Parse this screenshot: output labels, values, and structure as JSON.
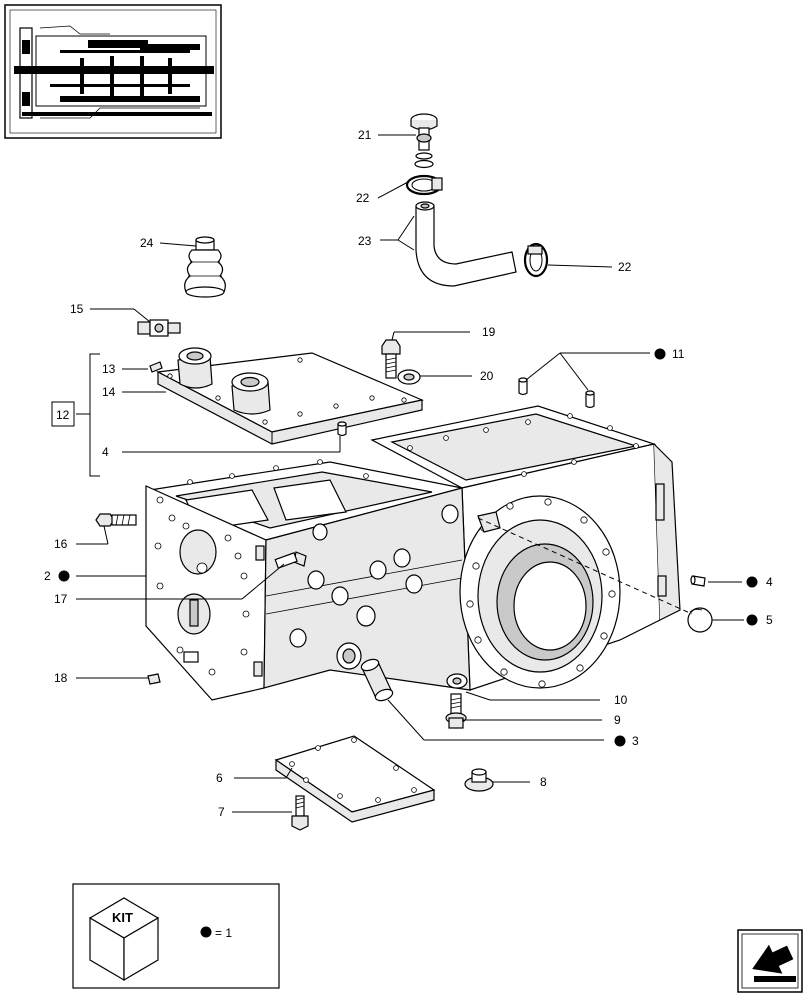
{
  "callouts": [
    {
      "id": "21",
      "label": "21"
    },
    {
      "id": "22a",
      "label": "22"
    },
    {
      "id": "23",
      "label": "23"
    },
    {
      "id": "22b",
      "label": "22"
    },
    {
      "id": "24",
      "label": "24"
    },
    {
      "id": "15",
      "label": "15"
    },
    {
      "id": "19",
      "label": "19"
    },
    {
      "id": "11",
      "label": "11"
    },
    {
      "id": "13",
      "label": "13"
    },
    {
      "id": "20",
      "label": "20"
    },
    {
      "id": "14",
      "label": "14"
    },
    {
      "id": "12",
      "label": "12"
    },
    {
      "id": "4a",
      "label": "4"
    },
    {
      "id": "16",
      "label": "16"
    },
    {
      "id": "2",
      "label": "2"
    },
    {
      "id": "4b",
      "label": "4"
    },
    {
      "id": "17",
      "label": "17"
    },
    {
      "id": "5",
      "label": "5"
    },
    {
      "id": "18",
      "label": "18"
    },
    {
      "id": "10",
      "label": "10"
    },
    {
      "id": "9",
      "label": "9"
    },
    {
      "id": "3",
      "label": "3"
    },
    {
      "id": "6",
      "label": "6"
    },
    {
      "id": "8",
      "label": "8"
    },
    {
      "id": "7",
      "label": "7"
    }
  ],
  "kit_legend": {
    "kit_label": "KIT",
    "equals_text": "= 1"
  }
}
